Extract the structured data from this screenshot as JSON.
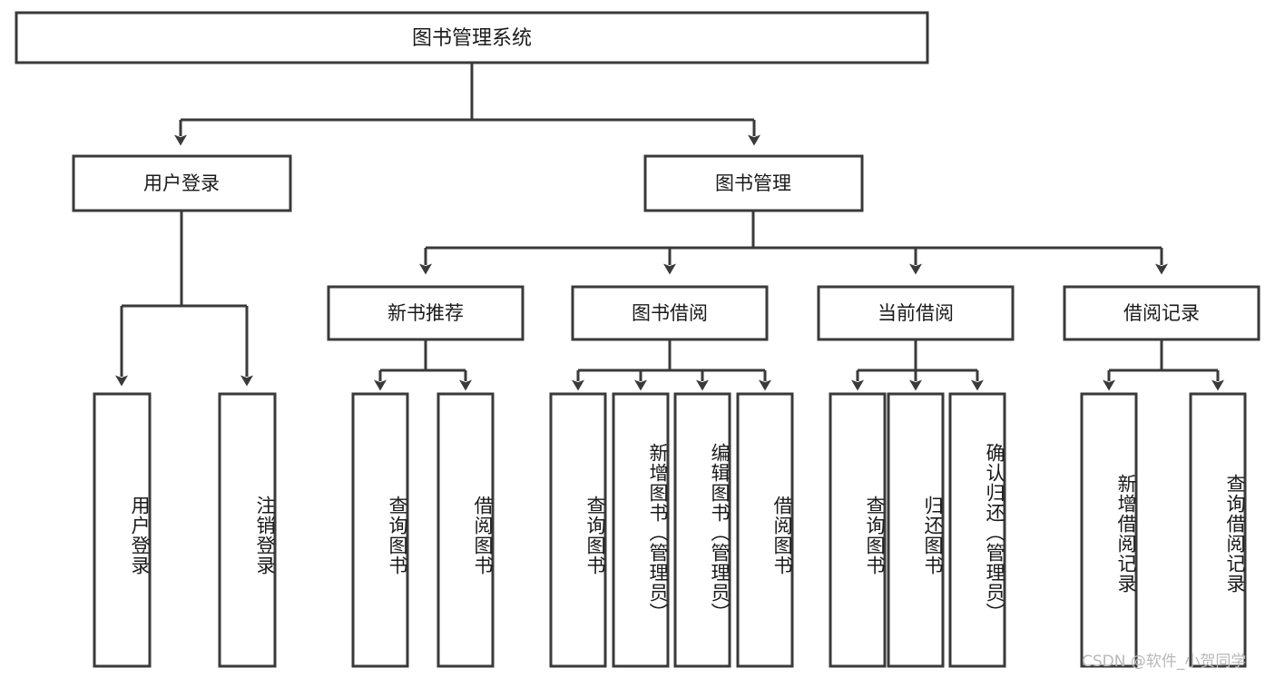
{
  "diagram": {
    "title": "图书管理系统",
    "watermark": "CSDN @软件_小贺同学",
    "colors": {
      "stroke": "#3a3a3a",
      "box_fill": "#ffffff",
      "text": "#1a1a1a",
      "background": "#ffffff",
      "watermark": "#b8b8b8"
    },
    "root": {
      "id": "root",
      "label": "图书管理系统"
    },
    "level2": [
      {
        "id": "user-login",
        "label": "用户登录"
      },
      {
        "id": "book-manage",
        "label": "图书管理"
      }
    ],
    "level3": [
      {
        "id": "new-book-rec",
        "label": "新书推荐"
      },
      {
        "id": "book-borrow",
        "label": "图书借阅"
      },
      {
        "id": "current-borrow",
        "label": "当前借阅"
      },
      {
        "id": "borrow-record",
        "label": "借阅记录"
      }
    ],
    "leaves": {
      "user-login": [
        {
          "id": "leaf-user-login",
          "label": "用户登录"
        },
        {
          "id": "leaf-user-logout",
          "label": "注销登录"
        }
      ],
      "new-book-rec": [
        {
          "id": "leaf-query-book-1",
          "label": "查询图书"
        },
        {
          "id": "leaf-borrow-book-1",
          "label": "借阅图书"
        }
      ],
      "book-borrow": [
        {
          "id": "leaf-query-book-2",
          "label": "查询图书"
        },
        {
          "id": "leaf-add-book",
          "label": "新增图书（管理员）"
        },
        {
          "id": "leaf-edit-book",
          "label": "编辑图书（管理员）"
        },
        {
          "id": "leaf-borrow-book-2",
          "label": "借阅图书"
        }
      ],
      "current-borrow": [
        {
          "id": "leaf-query-book-3",
          "label": "查询图书"
        },
        {
          "id": "leaf-return-book",
          "label": "归还图书"
        },
        {
          "id": "leaf-confirm-return",
          "label": "确认归还（管理员）"
        }
      ],
      "borrow-record": [
        {
          "id": "leaf-add-record",
          "label": "新增借阅记录"
        },
        {
          "id": "leaf-query-record",
          "label": "查询借阅记录"
        }
      ]
    }
  }
}
